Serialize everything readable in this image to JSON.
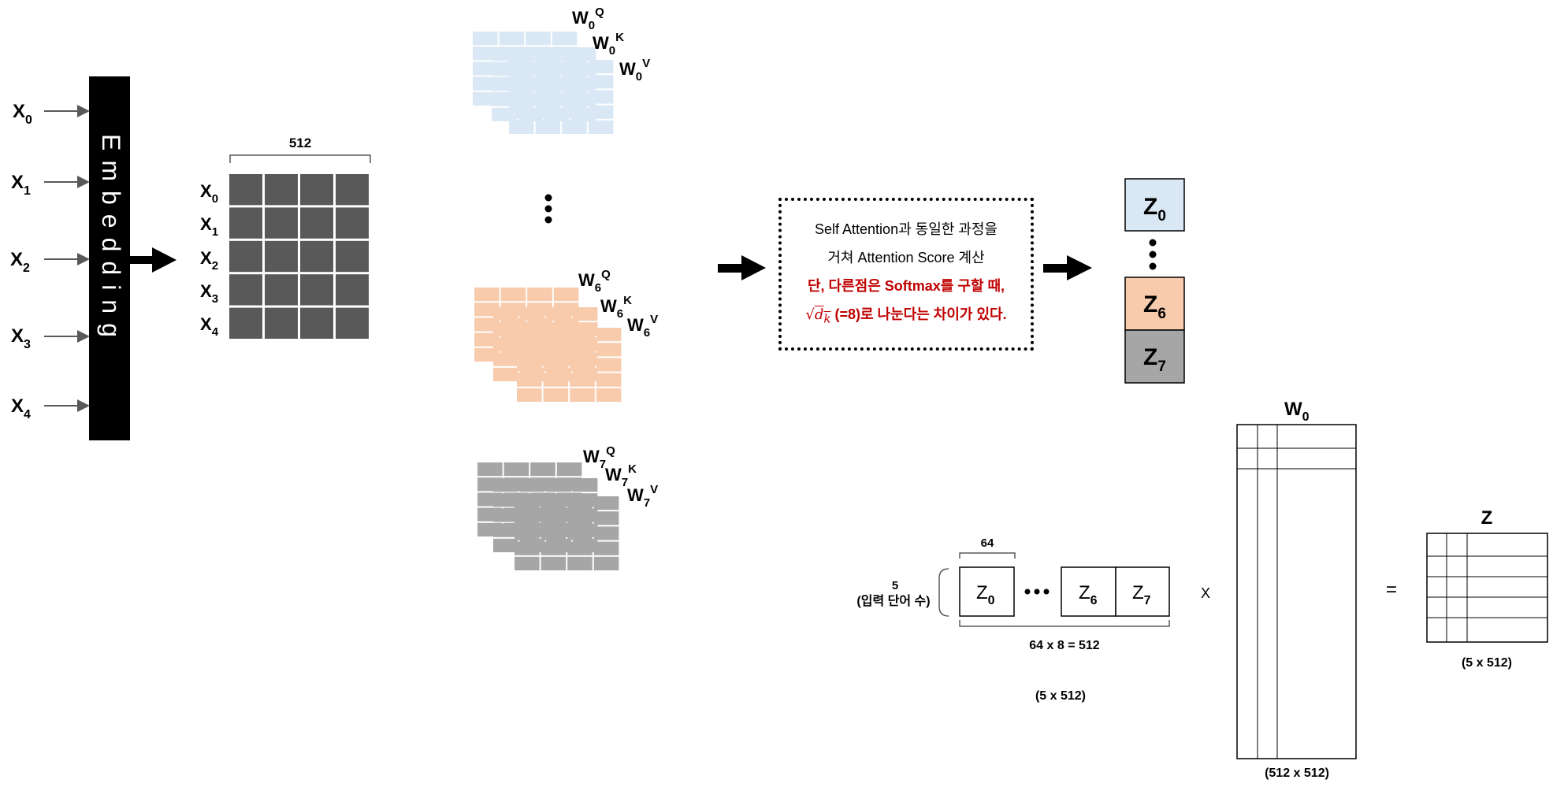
{
  "embedding": {
    "label": "Embedding"
  },
  "inputs": [
    {
      "base": "X",
      "sub": "0"
    },
    {
      "base": "X",
      "sub": "1"
    },
    {
      "base": "X",
      "sub": "2"
    },
    {
      "base": "X",
      "sub": "3"
    },
    {
      "base": "X",
      "sub": "4"
    }
  ],
  "embed_matrix": {
    "width_label": "512"
  },
  "heads": {
    "h0": {
      "q": {
        "base": "W",
        "sub": "0",
        "sup": "Q"
      },
      "k": {
        "base": "W",
        "sub": "0",
        "sup": "K"
      },
      "v": {
        "base": "W",
        "sub": "0",
        "sup": "V"
      }
    },
    "h6": {
      "q": {
        "base": "W",
        "sub": "6",
        "sup": "Q"
      },
      "k": {
        "base": "W",
        "sub": "6",
        "sup": "K"
      },
      "v": {
        "base": "W",
        "sub": "6",
        "sup": "V"
      }
    },
    "h7": {
      "q": {
        "base": "W",
        "sub": "7",
        "sup": "Q"
      },
      "k": {
        "base": "W",
        "sub": "7",
        "sup": "K"
      },
      "v": {
        "base": "W",
        "sub": "7",
        "sup": "V"
      }
    }
  },
  "info": {
    "line1": "Self Attention과 동일한 과정을",
    "line2": "거쳐 Attention Score 계산",
    "line3": "단, 다른점은 Softmax를 구할 때,",
    "line4_sqrt": "d",
    "line4_sqrt_sub": "k",
    "line4_rest": " (=8)로 나눈다는 차이가 있다."
  },
  "z_stack": [
    {
      "base": "Z",
      "sub": "0"
    },
    {
      "base": "Z",
      "sub": "6"
    },
    {
      "base": "Z",
      "sub": "7"
    }
  ],
  "concat": {
    "rows_label_num": "5",
    "rows_label_text": "(입력 단어 수)",
    "col_label": "64",
    "cells": [
      {
        "base": "Z",
        "sub": "0"
      },
      {
        "base": "Z",
        "sub": "6"
      },
      {
        "base": "Z",
        "sub": "7"
      }
    ],
    "total_label": "64 x 8 = 512",
    "size_label": "(5 x 512)"
  },
  "multiply_sign": "X",
  "equals_sign": "=",
  "w0": {
    "title": {
      "base": "W",
      "sub": "0"
    },
    "size_label": "(512 x 512)"
  },
  "z_out": {
    "title": "Z",
    "size_label": "(5 x 512)"
  },
  "colors": {
    "embedding": "#000000",
    "matrix_dark": "#595959",
    "head0": "#dae8f5",
    "head6": "#f8cbad",
    "head7": "#a6a6a6",
    "z0": "#dae8f5",
    "z6": "#f8cbad",
    "z7": "#a6a6a6",
    "highlight": "#c00000"
  }
}
